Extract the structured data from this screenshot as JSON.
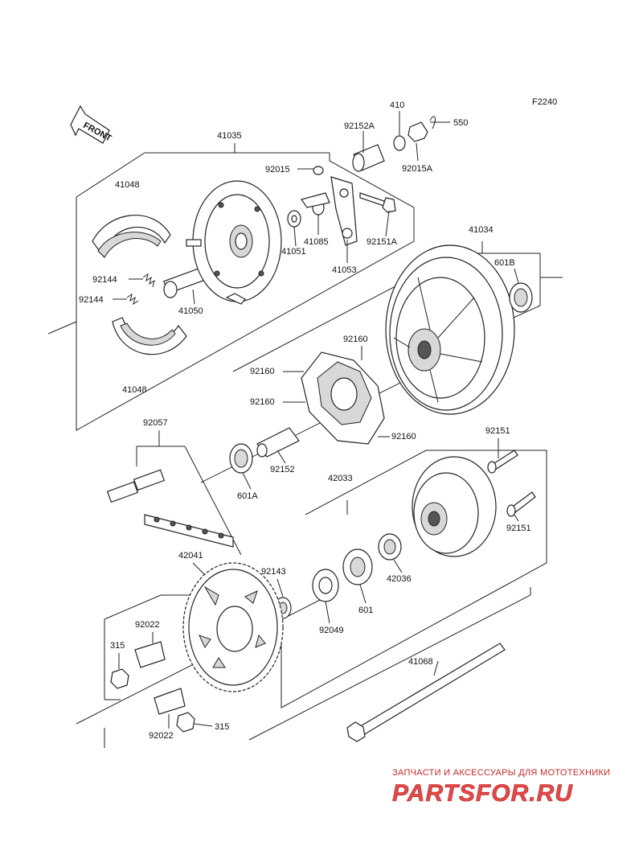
{
  "diagram": {
    "code": "F2240",
    "front_arrow": "FRONT",
    "parts": [
      "41035",
      "41048",
      "41048",
      "92144",
      "92144",
      "41050",
      "92015",
      "41051",
      "41085",
      "41053",
      "92151A",
      "92152A",
      "410",
      "92015A",
      "550",
      "41034",
      "601B",
      "92160",
      "92160",
      "92160",
      "92160",
      "92057",
      "92152",
      "601A",
      "92151",
      "92151",
      "42033",
      "42041",
      "92143",
      "42036",
      "601",
      "92049",
      "92022",
      "92022",
      "315",
      "315",
      "41068"
    ]
  },
  "watermark": {
    "tagline": "ЗАПЧАСТИ И АКСЕССУАРЫ ДЛЯ МОТОТЕХНИКИ",
    "logo": "PARTSFOR.RU"
  }
}
